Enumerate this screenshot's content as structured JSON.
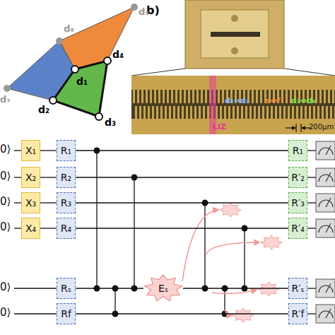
{
  "diagram": {
    "nodes": [
      {
        "text": [
          "X₁"
        ]
      },
      {
        "text": [
          "R₁"
        ]
      },
      {
        "text": [
          "R₁"
        ]
      },
      {
        "text": [
          "X₂"
        ]
      },
      {
        "text": [
          "R₂"
        ]
      },
      {
        "text": [
          "R′₂"
        ]
      },
      {
        "text": [
          "X₃"
        ]
      },
      {
        "text": [
          "R₃"
        ]
      },
      {
        "text": [
          "R′₃"
        ]
      },
      {
        "text": [
          "X₄"
        ]
      },
      {
        "text": [
          "R₄"
        ]
      },
      {
        "text": [
          "R′₄"
        ]
      },
      {
        "text": [
          "Rₛ"
        ]
      },
      {
        "text": [
          "Eₛ"
        ]
      },
      {
        "text": [
          "R′ₛ"
        ]
      },
      {
        "text": [
          "Rf"
        ]
      },
      {
        "text": [
          "R′f"
        ]
      }
    ],
    "edges": [
      {
        "from": 0,
        "to": 1,
        "arrow": "none"
      },
      {
        "from": 1,
        "to": 2,
        "arrow": "none"
      },
      {
        "from": 3,
        "to": 4,
        "arrow": "none"
      },
      {
        "from": 4,
        "to": 5,
        "arrow": "none"
      },
      {
        "from": 6,
        "to": 7,
        "arrow": "none"
      },
      {
        "from": 7,
        "to": 8,
        "arrow": "none"
      },
      {
        "from": 9,
        "to": 10,
        "arrow": "none"
      },
      {
        "from": 10,
        "to": 11,
        "arrow": "none"
      },
      {
        "from": 12,
        "to": 13,
        "arrow": "none"
      },
      {
        "from": 13,
        "to": 14,
        "arrow": "none"
      },
      {
        "from": 15,
        "to": 16,
        "arrow": "none"
      }
    ],
    "labels": [
      "b)",
      "d₅",
      "d₆",
      "d₇",
      "d₁",
      "d₄",
      "d₂",
      "d₃",
      "d₂⇔d₁",
      "s⇔f",
      "d₃⇔d₄",
      "LIZ",
      "200μm",
      "0⟩",
      "0⟩",
      "0⟩",
      "0⟩",
      "0⟩",
      "0⟩"
    ]
  }
}
